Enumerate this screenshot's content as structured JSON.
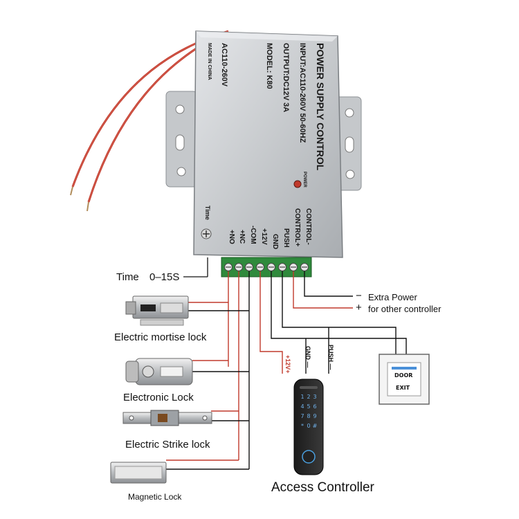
{
  "psu": {
    "title": "POWER SUPPLY CONTROL",
    "input": "INPUT:AC110-260V 50-60HZ",
    "output": "OUTPUT:DC12V 3A",
    "model": "MODEL: K80",
    "voltage": "AC110-260V",
    "made_in": "MADE IN CHINA",
    "power_led": "POWER",
    "time_knob": "Time",
    "terminals": [
      "CONTROL-",
      "CONTROL+",
      "PUSH",
      "GND",
      "+12V",
      "-COM",
      "+NC",
      "+NO"
    ]
  },
  "labels": {
    "time": "Time",
    "time_range": "0–15S",
    "extra_power_minus": "−",
    "extra_power": "Extra Power",
    "extra_power_plus": "+",
    "other_controller": "for other controller",
    "mortise_lock": "Electric mortise lock",
    "electronic_lock": "Electronic Lock",
    "strike_lock": "Electric Strike lock",
    "magnetic_lock": "Magnetic Lock",
    "access_controller": "Access Controller",
    "wire_12v": "+12V+",
    "wire_gnd": "GND —",
    "wire_push": "PUSH —",
    "exit_door": "DOOR",
    "exit_exit": "EXIT"
  },
  "colors": {
    "red_wire": "#c0392b",
    "black_wire": "#1a1a1a",
    "terminal_green": "#2f8a3c",
    "psu_body": "#c9ccd0"
  }
}
